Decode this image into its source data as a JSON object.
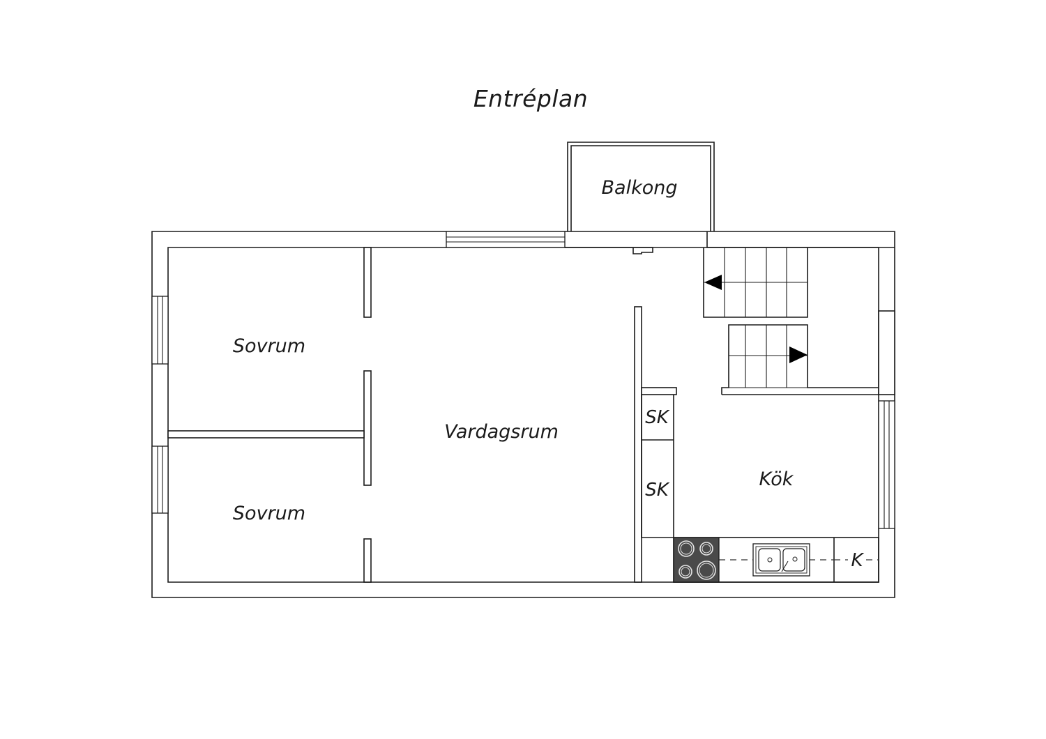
{
  "title": "Entréplan",
  "rooms": {
    "balcony": "Balkong",
    "bedroom_upper": "Sovrum",
    "bedroom_lower": "Sovrum",
    "living_room": "Vardagsrum",
    "kitchen": "Kök"
  },
  "fixtures": {
    "closet_1": "SK",
    "closet_2": "SK",
    "fridge": "K"
  },
  "icons": [
    "stair-arrow-icon",
    "stove-icon",
    "sink-icon"
  ]
}
